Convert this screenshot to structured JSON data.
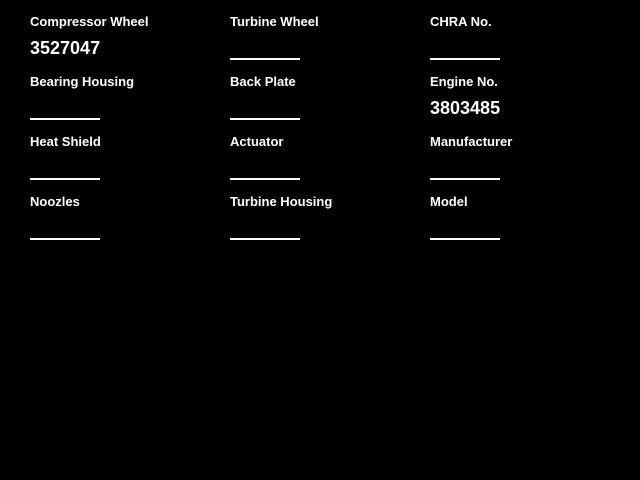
{
  "colors": {
    "background": "#000000",
    "text": "#ffffff",
    "underline": "#ffffff"
  },
  "form": {
    "fields": [
      {
        "label": "Compressor Wheel",
        "value": "3527047"
      },
      {
        "label": "Turbine Wheel",
        "value": ""
      },
      {
        "label": "CHRA No.",
        "value": ""
      },
      {
        "label": "Bearing Housing",
        "value": ""
      },
      {
        "label": "Back Plate",
        "value": ""
      },
      {
        "label": "Engine No.",
        "value": "3803485"
      },
      {
        "label": "Heat Shield",
        "value": ""
      },
      {
        "label": "Actuator",
        "value": ""
      },
      {
        "label": "Manufacturer",
        "value": ""
      },
      {
        "label": "Noozles",
        "value": ""
      },
      {
        "label": "Turbine Housing",
        "value": ""
      },
      {
        "label": "Model",
        "value": ""
      }
    ]
  }
}
